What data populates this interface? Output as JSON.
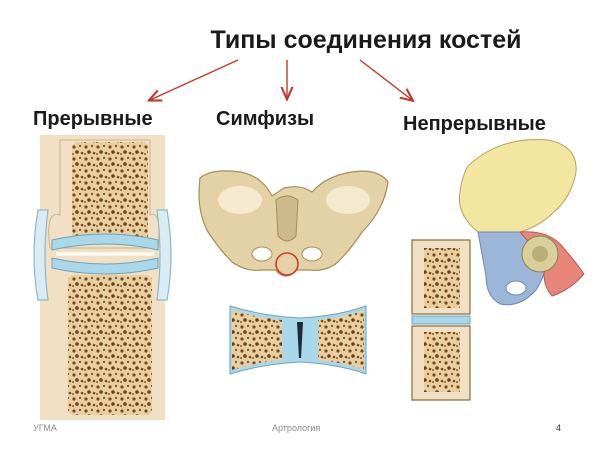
{
  "slide": {
    "title": "Типы соединения костей",
    "categories": {
      "left": "Прерывные",
      "middle": "Симфизы",
      "right": "Непрерывные"
    },
    "footer": {
      "left": "УГМА",
      "center": "Артрология",
      "page": "4"
    }
  },
  "colors": {
    "arrow": "#c0392b",
    "cortex": "#f1e0c4",
    "spongy": "#7a4a22",
    "cartilage": "#a8d8ea",
    "capsule_outline": "#8fb7c9",
    "bone_beige": "#e2d2a6",
    "hip_yellow": "#f3e6a0",
    "hip_blue": "#9bb6d8",
    "hip_red": "#e8867c"
  }
}
